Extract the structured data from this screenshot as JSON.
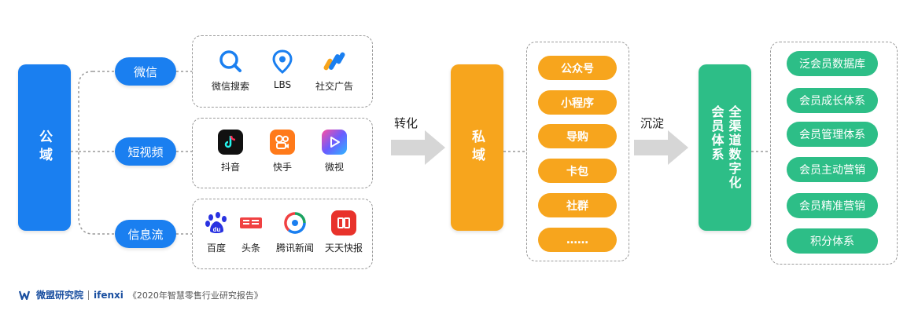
{
  "stages": {
    "public": "公域",
    "private": "私域",
    "member_col1": "全渠道数字化",
    "member_col2": "会员体系"
  },
  "channels": {
    "wechat": {
      "label": "微信",
      "apps": [
        {
          "label": "微信搜索",
          "icon": "search-icon"
        },
        {
          "label": "LBS",
          "icon": "location-pin-icon"
        },
        {
          "label": "社交广告",
          "icon": "social-ads-icon"
        }
      ]
    },
    "short_video": {
      "label": "短视频",
      "apps": [
        {
          "label": "抖音",
          "icon": "douyin-icon"
        },
        {
          "label": "快手",
          "icon": "kuaishou-icon"
        },
        {
          "label": "微视",
          "icon": "weishi-icon"
        }
      ]
    },
    "info_flow": {
      "label": "信息流",
      "apps": [
        {
          "label": "百度",
          "icon": "baidu-icon"
        },
        {
          "label": "头条",
          "icon": "toutiao-icon"
        },
        {
          "label": "腾讯新闻",
          "icon": "tencent-news-icon"
        },
        {
          "label": "天天快报",
          "icon": "kuaibao-icon"
        }
      ]
    }
  },
  "arrows": {
    "convert": "转化",
    "settle": "沉淀"
  },
  "private_items": [
    "公众号",
    "小程序",
    "导购",
    "卡包",
    "社群",
    "……"
  ],
  "member_items": [
    "泛会员数据库",
    "会员成长体系",
    "会员管理体系",
    "会员主动营销",
    "会员精准营销",
    "积分体系"
  ],
  "footer": {
    "brand": "微盟研究院",
    "partner": "ifenxi",
    "source": "《2020年智慧零售行业研究报告》"
  },
  "colors": {
    "blue": "#1a7ff0",
    "orange": "#f7a51d",
    "green": "#2dbe87"
  }
}
